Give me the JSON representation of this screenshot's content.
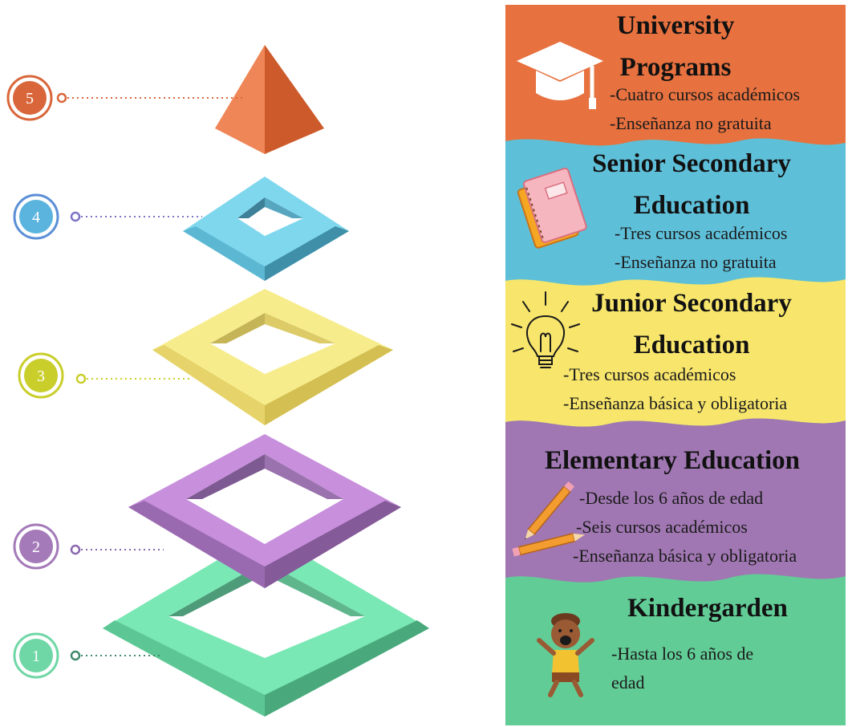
{
  "levels": [
    {
      "number": "1",
      "title": "Kindergarden",
      "items": [
        "-Hasta los 6 años de",
        "edad"
      ],
      "color": "#6fdba8",
      "icon": "child-icon"
    },
    {
      "number": "2",
      "title": "Elementary Education",
      "items": [
        "-Desde los 6 años de edad",
        "-Seis cursos académicos",
        "-Enseñanza básica y obligatoria"
      ],
      "color": "#a077b2",
      "icon": "pencils-icon"
    },
    {
      "number": "3",
      "title_line1": "Junior Secondary",
      "title_line2": "Education",
      "items": [
        "-Tres cursos académicos",
        "-Enseñanza básica y obligatoria"
      ],
      "color": "#f7e56c",
      "icon": "lightbulb-icon"
    },
    {
      "number": "4",
      "title_line1": "Senior Secondary",
      "title_line2": "Education",
      "items": [
        "-Tres cursos académicos",
        "-Enseñanza no gratuita"
      ],
      "color": "#5ebfd9",
      "icon": "notebooks-icon"
    },
    {
      "number": "5",
      "title_line1": "University",
      "title_line2": "Programs",
      "items": [
        "-Cuatro cursos académicos",
        "-Enseñanza no gratuita"
      ],
      "color": "#e8733f",
      "icon": "graduation-cap-icon"
    }
  ]
}
